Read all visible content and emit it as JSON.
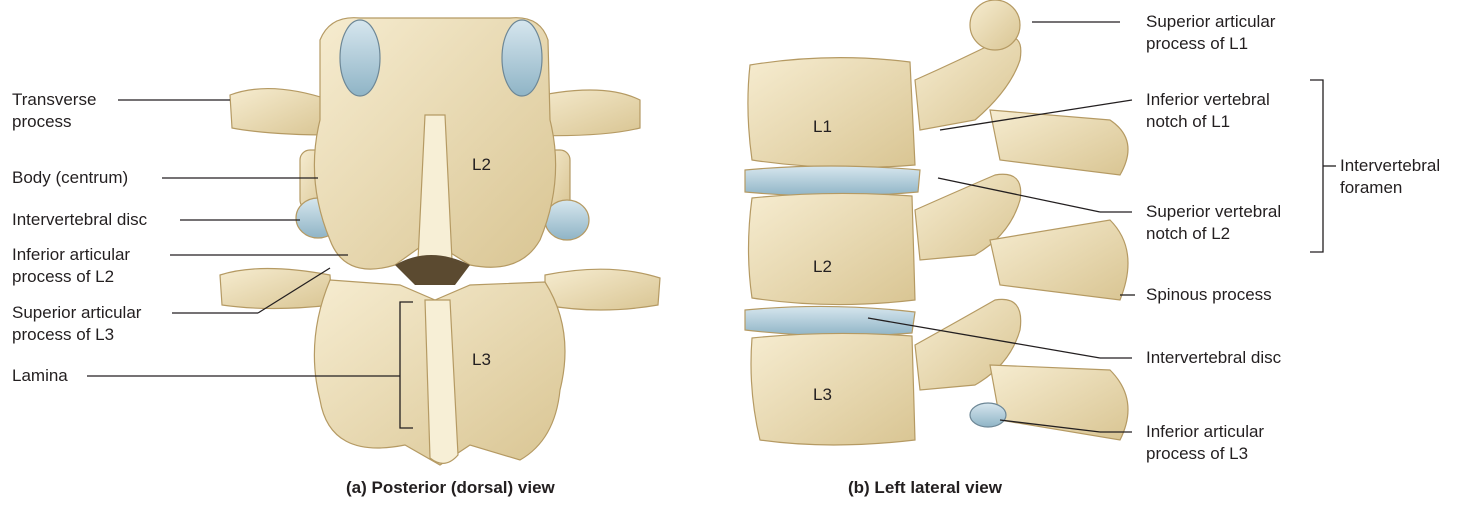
{
  "panel_a": {
    "caption": "(a) Posterior (dorsal) view",
    "vertebra_labels": [
      "L2",
      "L3"
    ],
    "labels": {
      "transverse_process": [
        "Transverse",
        "process"
      ],
      "body": [
        "Body (centrum)"
      ],
      "intervertebral_disc": [
        "Intervertebral disc"
      ],
      "inferior_articular": [
        "Inferior articular",
        "process of L2"
      ],
      "superior_articular": [
        "Superior articular",
        "process of L3"
      ],
      "lamina": [
        "Lamina"
      ]
    }
  },
  "panel_b": {
    "caption": "(b) Left lateral view",
    "vertebra_labels": [
      "L1",
      "L2",
      "L3"
    ],
    "labels": {
      "superior_articular_l1": [
        "Superior articular",
        "process of L1"
      ],
      "inferior_notch_l1": [
        "Inferior vertebral",
        "notch of L1"
      ],
      "intervertebral_foramen": [
        "Intervertebral",
        "foramen"
      ],
      "superior_notch_l2": [
        "Superior vertebral",
        "notch of L2"
      ],
      "spinous_process": [
        "Spinous process"
      ],
      "intervertebral_disc": [
        "Intervertebral disc"
      ],
      "inferior_articular_l3": [
        "Inferior articular",
        "process of L3"
      ]
    }
  },
  "colors": {
    "bone": "#efe2bf",
    "bone_shadow": "#c9b27e",
    "disc": "#a9c8d6",
    "line": "#231f20"
  }
}
